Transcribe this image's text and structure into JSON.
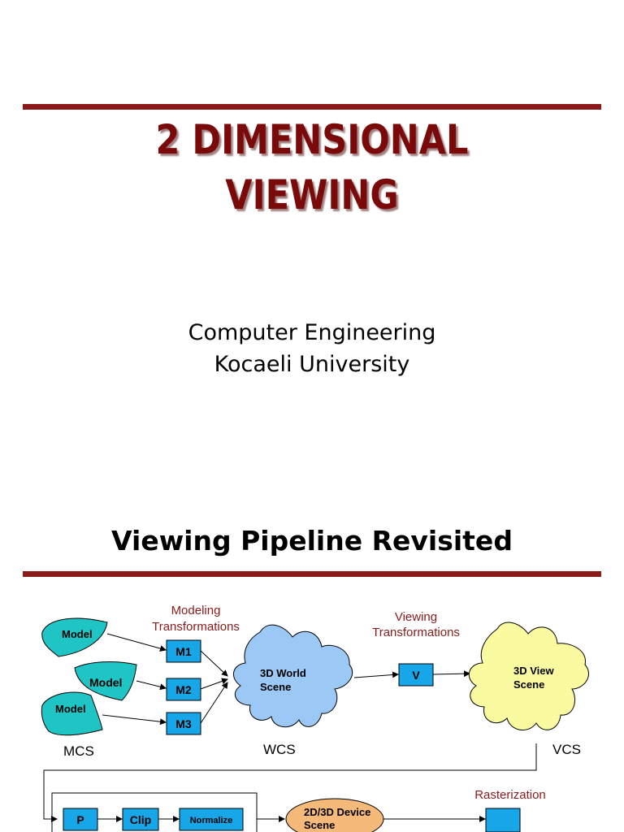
{
  "slide1": {
    "title_line1": "2 DIMENSIONAL",
    "title_line2": "VIEWING",
    "subtitle_line1": "Computer Engineering",
    "subtitle_line2": "Kocaeli University"
  },
  "slide2": {
    "title": "Viewing Pipeline Revisited",
    "diagram": {
      "models": [
        "Model",
        "Model",
        "Model"
      ],
      "modeling_label_line1": "Modeling",
      "modeling_label_line2": "Transformations",
      "matrices": [
        "M1",
        "M2",
        "M3"
      ],
      "world_scene_line1": "3D World",
      "world_scene_line2": "Scene",
      "viewing_label_line1": "Viewing",
      "viewing_label_line2": "Transformations",
      "view_matrix": "V",
      "view_scene_line1": "3D View",
      "view_scene_line2": "Scene",
      "mcs": "MCS",
      "wcs": "WCS",
      "vcs": "VCS",
      "projection": "P",
      "clip": "Clip",
      "normalize": "Normalize",
      "device_scene_line1": "2D/3D Device",
      "device_scene_line2": "Scene",
      "rasterization": "Rasterization"
    }
  },
  "colors": {
    "rule": "#8b1a1a",
    "title": "#7a0a0a",
    "label_red": "#8b1a1a",
    "model_fill": "#1fc4c4",
    "matrix_fill": "#17a6e8",
    "world_fill": "#9cc8f5",
    "view_fill": "#fafaa0",
    "device_fill": "#f5b97a"
  }
}
